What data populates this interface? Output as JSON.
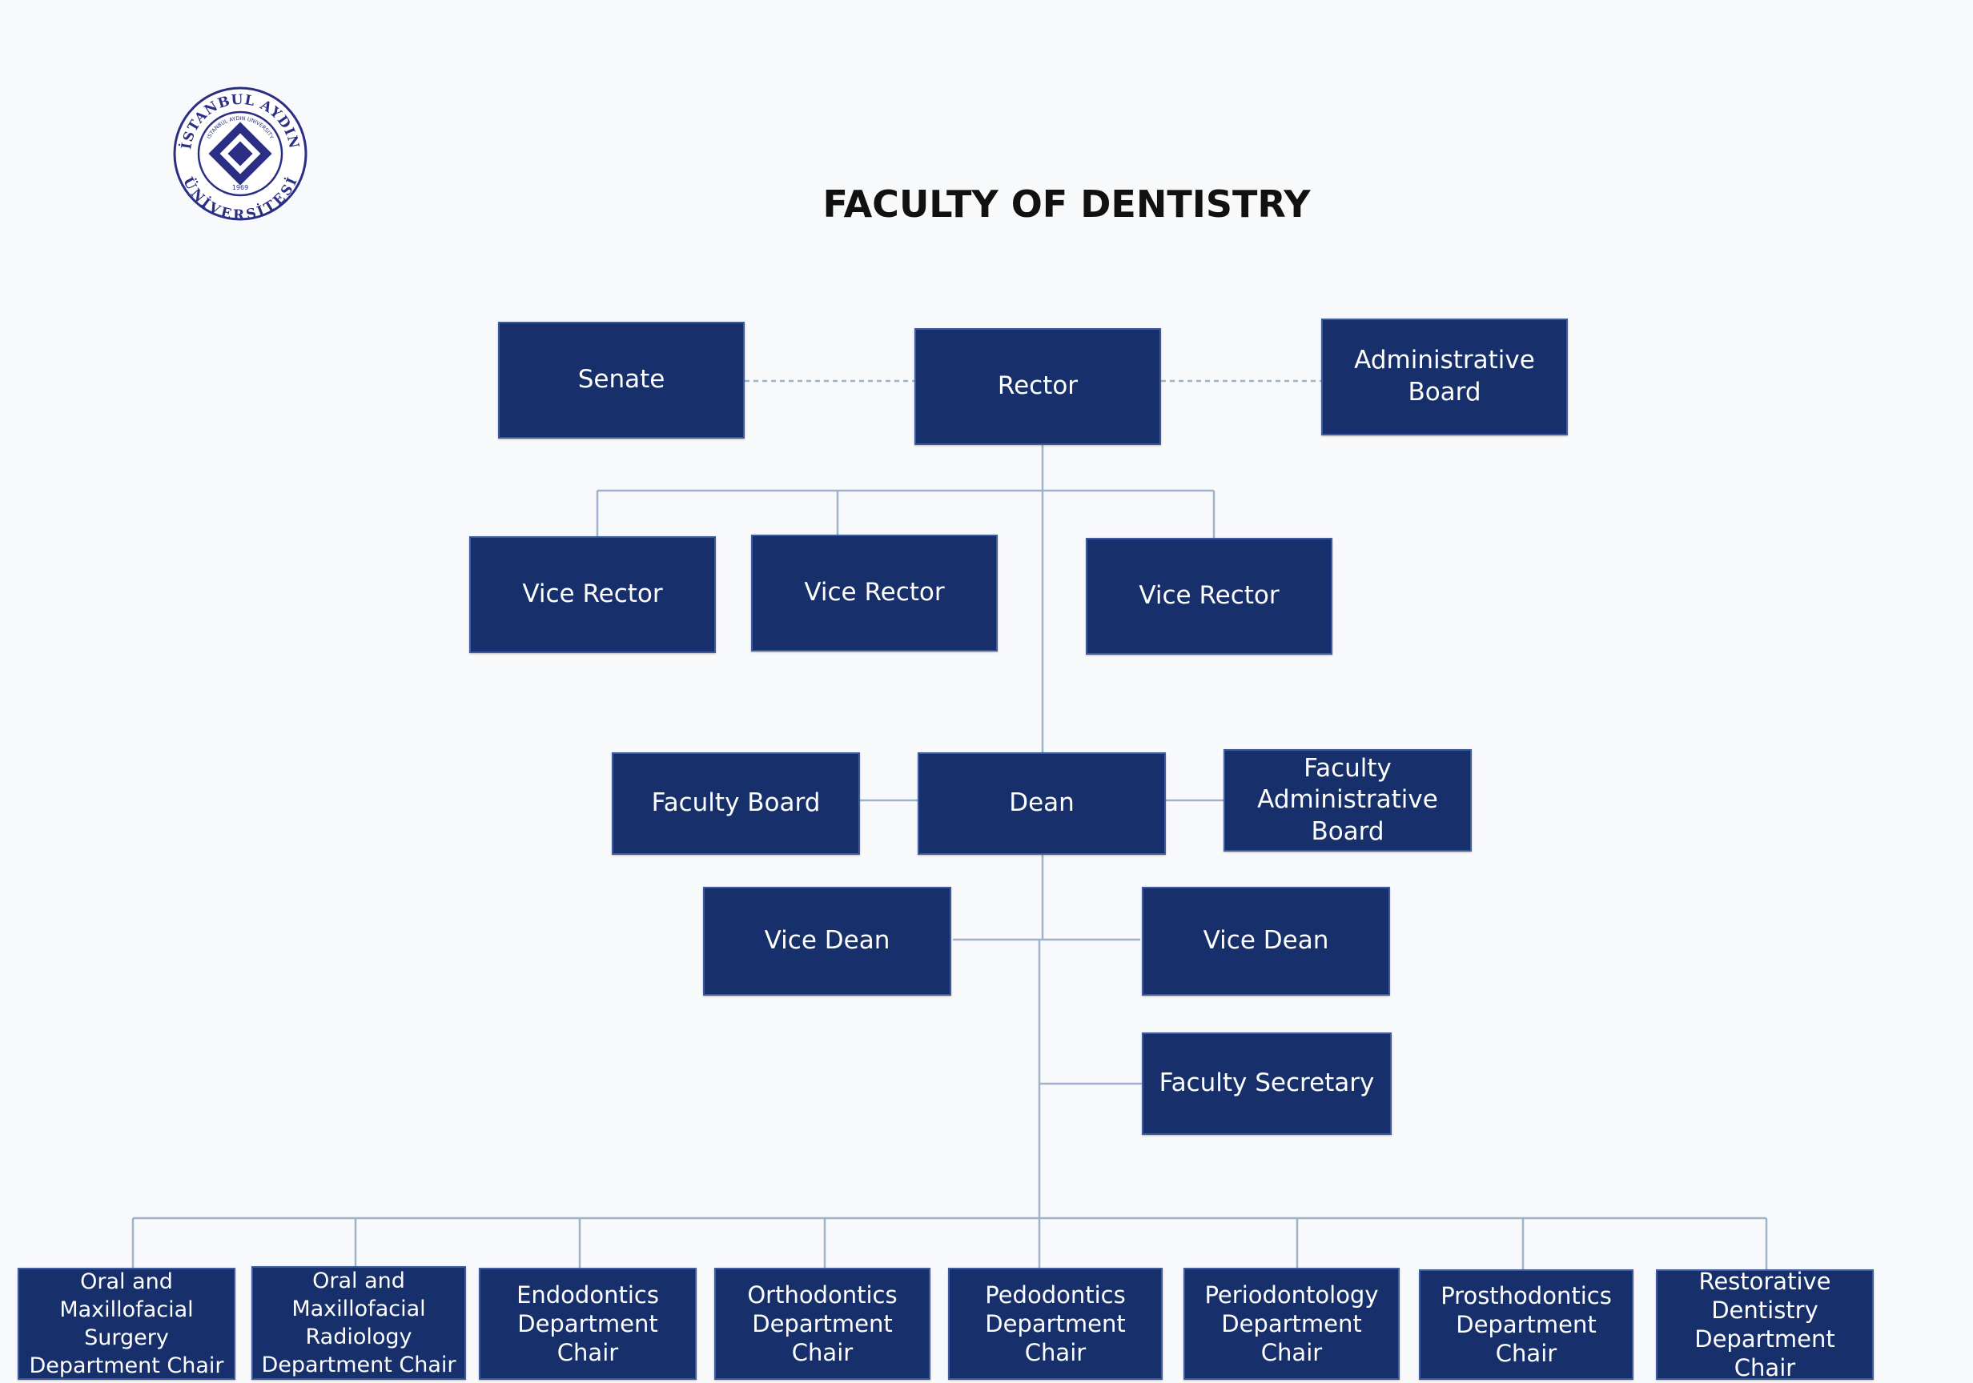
{
  "title": "FACULTY OF DENTISTRY",
  "logo": {
    "top_text": "İSTANBUL AYDIN",
    "bottom_text": "ÜNİVERSİTESİ",
    "inner_text": "ISTANBUL AYDIN UNIVERSITY",
    "year": "1969",
    "color": "#2a2f85"
  },
  "colors": {
    "box": "#172f6b",
    "box_border": "#3b5aa0",
    "line": "#9fb3c8"
  },
  "nodes": {
    "senate": "Senate",
    "rector": "Rector",
    "admin_board": "Administrative\nBoard",
    "vice_rector_1": "Vice Rector",
    "vice_rector_2": "Vice Rector",
    "vice_rector_3": "Vice Rector",
    "faculty_board": "Faculty Board",
    "dean": "Dean",
    "faculty_admin_board": "Faculty\nAdministrative\nBoard",
    "vice_dean_1": "Vice Dean",
    "vice_dean_2": "Vice Dean",
    "faculty_secretary": "Faculty Secretary",
    "dept_oral_surgery": "Oral and\nMaxillofacial\nSurgery\nDepartment Chair",
    "dept_oral_radiology": "Oral and\nMaxillofacial\nRadiology\nDepartment Chair",
    "dept_endodontics": "Endodontics\nDepartment\nChair",
    "dept_orthodontics": "Orthodontics\nDepartment\nChair",
    "dept_pedodontics": "Pedodontics\nDepartment\nChair",
    "dept_periodontology": "Periodontology\nDepartment\nChair",
    "dept_prosthodontics": "Prosthodontics\nDepartment\nChair",
    "dept_restorative": "Restorative\nDentistry\nDepartment Chair"
  }
}
